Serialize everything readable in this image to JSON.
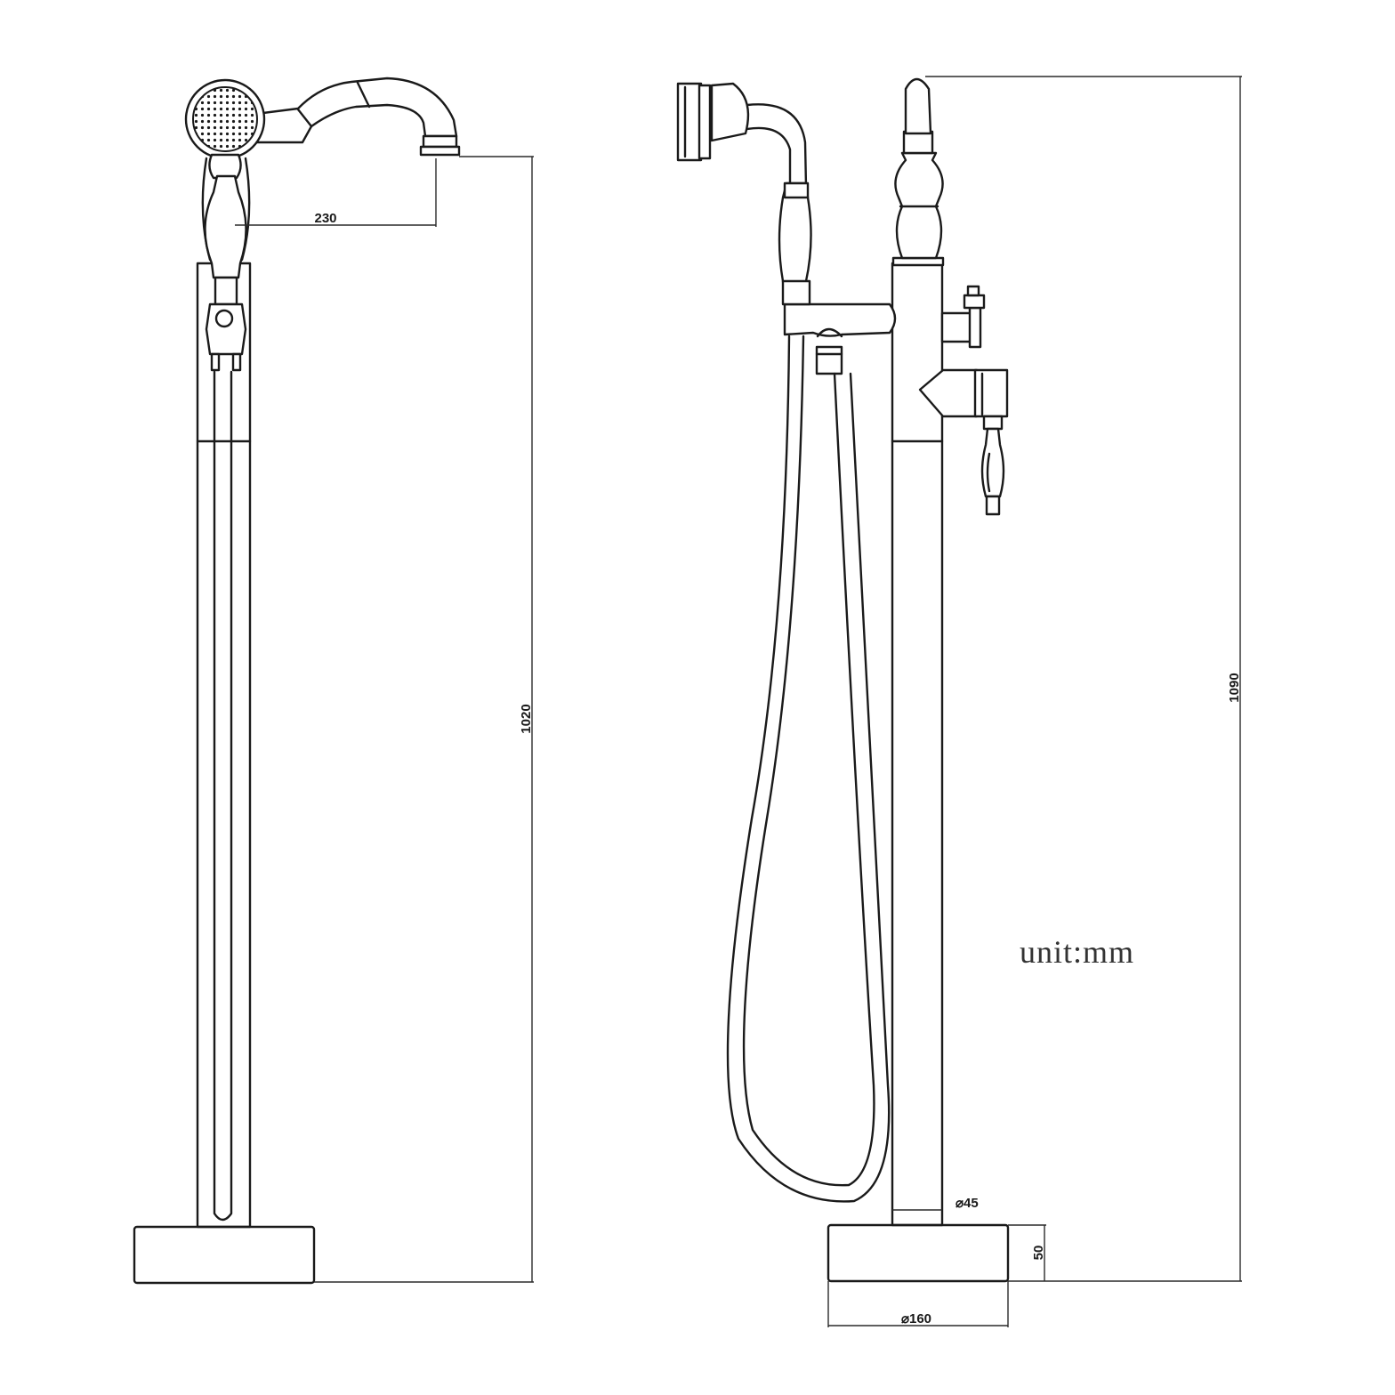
{
  "drawing": {
    "front_view": {
      "dimensions": {
        "spout_reach": "230",
        "spout_height": "1020"
      }
    },
    "side_view": {
      "dimensions": {
        "total_height": "1090",
        "pipe_diameter": "⌀45",
        "base_height": "50",
        "base_diameter": "⌀160"
      }
    },
    "unit_note": "unit:mm"
  }
}
